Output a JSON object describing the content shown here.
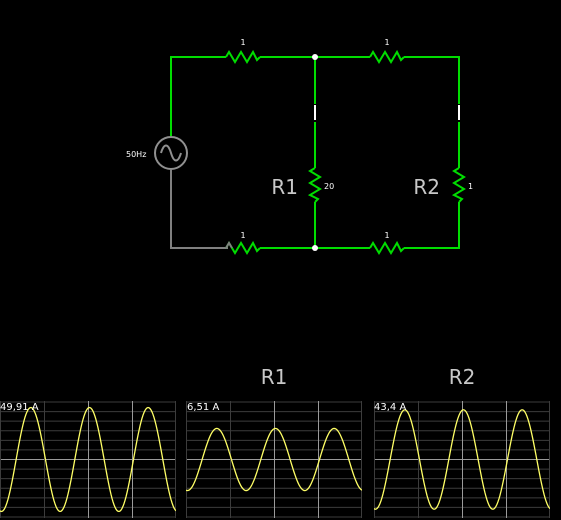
{
  "circuit": {
    "source_freq": "50Hz",
    "resistors": {
      "top_left": "1",
      "top_right": "1",
      "bottom_left": "1",
      "bottom_right": "1",
      "r1": "20",
      "r2": "1"
    },
    "labels": {
      "r1": "R1",
      "r2": "R2"
    },
    "colors": {
      "wire_live": "#00dd00",
      "wire_ground": "#808080",
      "node": "#ffffff"
    }
  },
  "scopes": [
    {
      "reading": "49,91 A",
      "title": "",
      "cycles": 3,
      "amplitude": 0.92
    },
    {
      "reading": "6,51 A",
      "title": "R1",
      "cycles": 3,
      "amplitude": 0.55
    },
    {
      "reading": "43,4 A",
      "title": "R2",
      "cycles": 3,
      "amplitude": 0.88
    }
  ],
  "colors": {
    "trace": "#ffff66",
    "grid": "#3c3c3c",
    "grid_center": "#9a9a9a"
  }
}
